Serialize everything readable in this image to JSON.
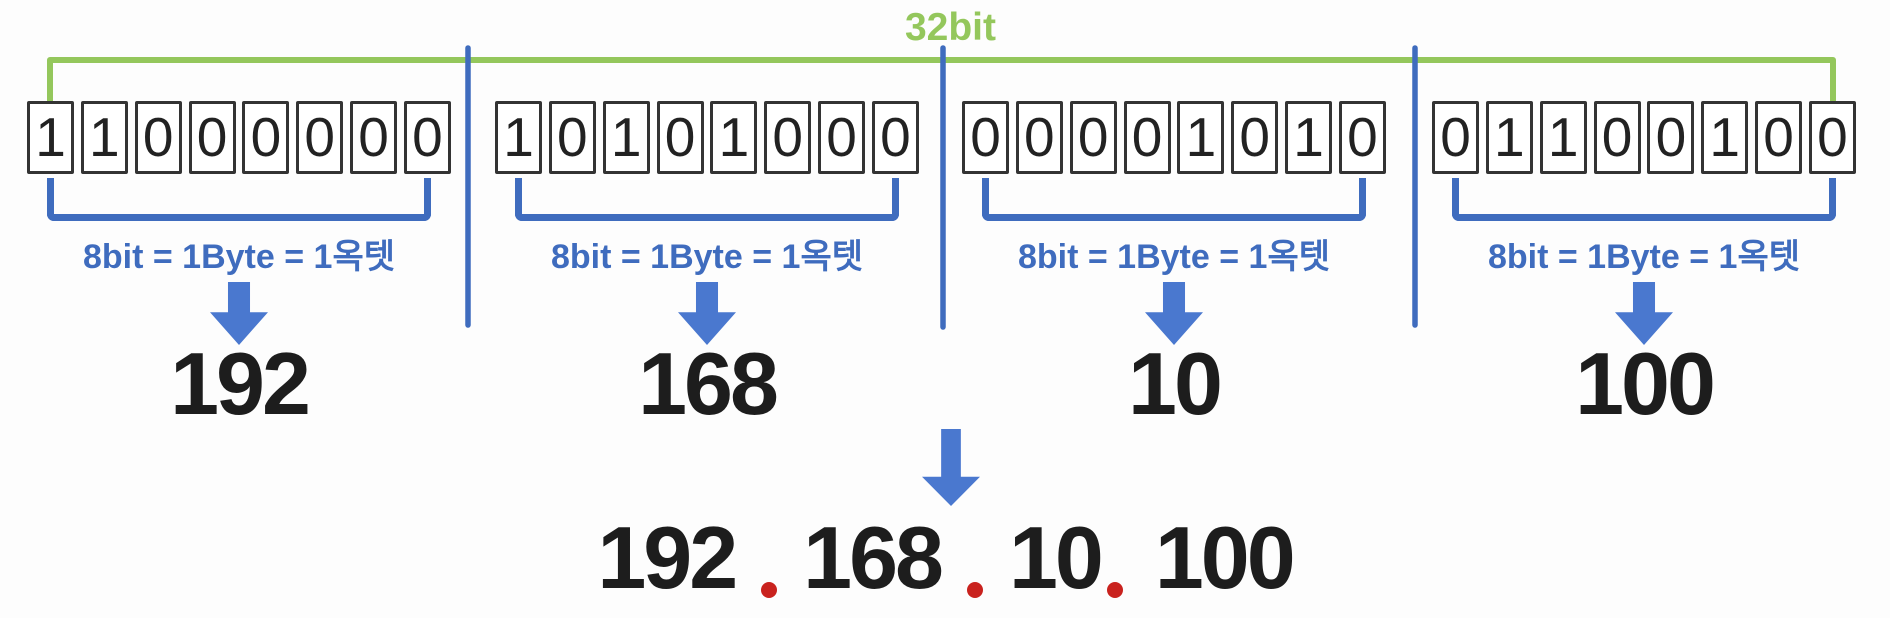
{
  "header": {
    "bit_width_label": "32bit"
  },
  "octets": [
    {
      "bits": [
        "1",
        "1",
        "0",
        "0",
        "0",
        "0",
        "0",
        "0"
      ],
      "byte_label": "8bit = 1Byte = 1옥텟",
      "decimal": "192"
    },
    {
      "bits": [
        "1",
        "0",
        "1",
        "0",
        "1",
        "0",
        "0",
        "0"
      ],
      "byte_label": "8bit = 1Byte = 1옥텟",
      "decimal": "168"
    },
    {
      "bits": [
        "0",
        "0",
        "0",
        "0",
        "1",
        "0",
        "1",
        "0"
      ],
      "byte_label": "8bit = 1Byte = 1옥텟",
      "decimal": "10"
    },
    {
      "bits": [
        "0",
        "1",
        "1",
        "0",
        "0",
        "1",
        "0",
        "0"
      ],
      "byte_label": "8bit = 1Byte = 1옥텟",
      "decimal": "100"
    }
  ],
  "result": {
    "octet1": "192",
    "octet2": "168",
    "octet3": "10",
    "octet4": "100"
  },
  "colors": {
    "green": "#94c75c",
    "blue": "#3f6cbe",
    "arrow-blue": "#4a78cf",
    "red": "#c9221e",
    "ink": "#1d1d1d",
    "box-border": "#333333",
    "bg": "#fdfdfd"
  }
}
